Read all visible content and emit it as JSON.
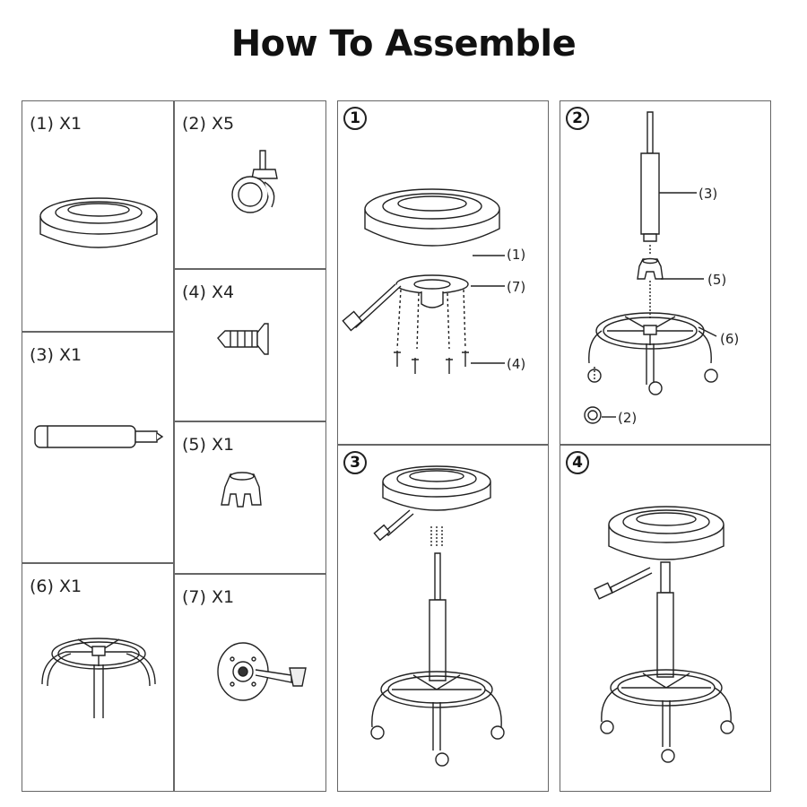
{
  "title": "How To Assemble",
  "parts": [
    {
      "label": "(1) X1"
    },
    {
      "label": "(2) X5"
    },
    {
      "label": "(3) X1"
    },
    {
      "label": "(4) X4"
    },
    {
      "label": "(5) X1"
    },
    {
      "label": "(6) X1"
    },
    {
      "label": "(7) X1"
    }
  ],
  "steps": [
    {
      "number": "1",
      "callouts": [
        "(1)",
        "(7)",
        "(4)"
      ]
    },
    {
      "number": "2",
      "callouts": [
        "(3)",
        "(5)",
        "(6)",
        "(2)"
      ]
    },
    {
      "number": "3",
      "callouts": []
    },
    {
      "number": "4",
      "callouts": []
    }
  ]
}
